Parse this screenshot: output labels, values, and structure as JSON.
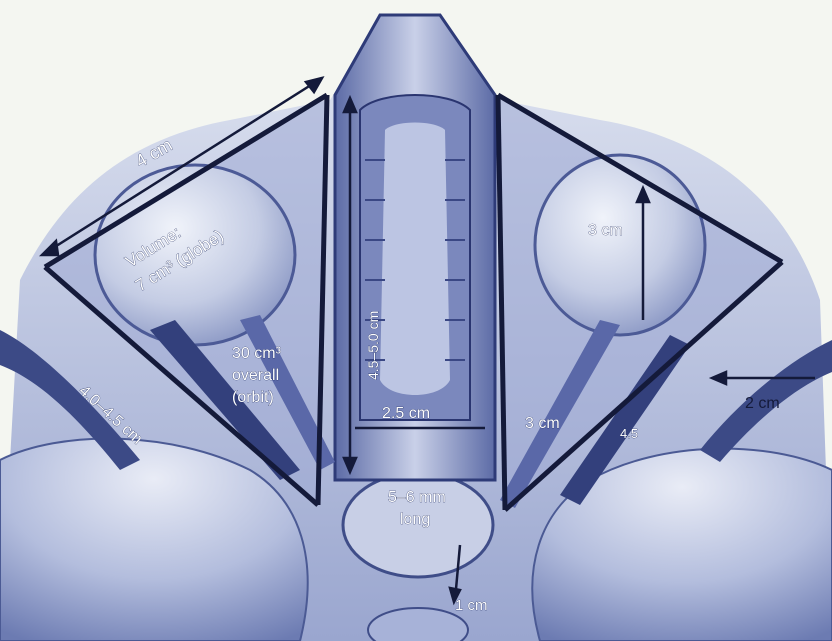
{
  "figure": {
    "labels": {
      "orbit_width": "4 cm",
      "globe_volume_line1": "Volume:",
      "globe_volume_line2": "7 cm³ (globe)",
      "orbit_volume_line1": "30 cm³",
      "orbit_volume_line2": "overall",
      "orbit_volume_line3": "(orbit)",
      "orbit_depth": "4.0–4.5 cm",
      "globe_height": "3 cm",
      "ethmoid_height": "4.5–5.0 cm",
      "interorbital_width": "2.5 cm",
      "nerve_length": "3 cm",
      "lateral_wall": "2 cm",
      "canal_length_line1": "5–6 mm",
      "canal_length_line2": "long",
      "canal_bottom": "1 cm",
      "side_mark": "4.5"
    }
  }
}
